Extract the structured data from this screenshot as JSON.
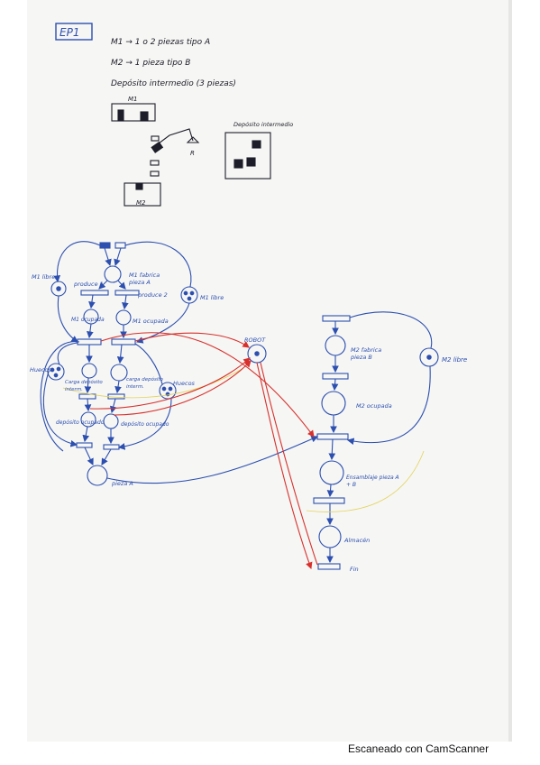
{
  "header": {
    "tag": "EP1",
    "line1": "M1 → 1 o 2 piezas tipo A",
    "line2": "M2 → 1 pieza tipo B",
    "line3": "Depósito intermedio (3 piezas)"
  },
  "sketch": {
    "m1": "M1",
    "robot": "R",
    "m2": "M2",
    "deposito": "Depósito intermedio"
  },
  "net": {
    "m1_libre_left": "M1 libre",
    "m1_fabrica": "M1 fabrica pieza A",
    "produce1": "produce 1",
    "produce2": "produce 2",
    "m1_libre_right": "M1 libre",
    "m1_ocupada_left": "M1 ocupada",
    "m1_ocupada_right": "M1 ocupada",
    "huecos_left": "Huecos",
    "huecos_right": "Huecos",
    "carga_left": "Carga depósito interm.",
    "carga_right": "carga depósito interm.",
    "deposito_ocupado_left": "depósito ocupado",
    "deposito_ocupado_right": "depósito ocupado",
    "pieza_a": "pieza A",
    "robot": "ROBOT",
    "m2_fabrica": "M2 fabrica pieza B",
    "m2_libre": "M2 libre",
    "m2_ocupada": "M2 ocupada",
    "ensamblaje": "Ensamblaje pieza A + B",
    "almacen": "Almacén",
    "fin": "Fin"
  },
  "footer": {
    "text": "Escaneado con CamScanner"
  },
  "colors": {
    "ink_blue": "#2c4fb0",
    "ink_red": "#d8302c",
    "ink_black": "#1d1d2a",
    "paper": "#f6f6f4"
  }
}
